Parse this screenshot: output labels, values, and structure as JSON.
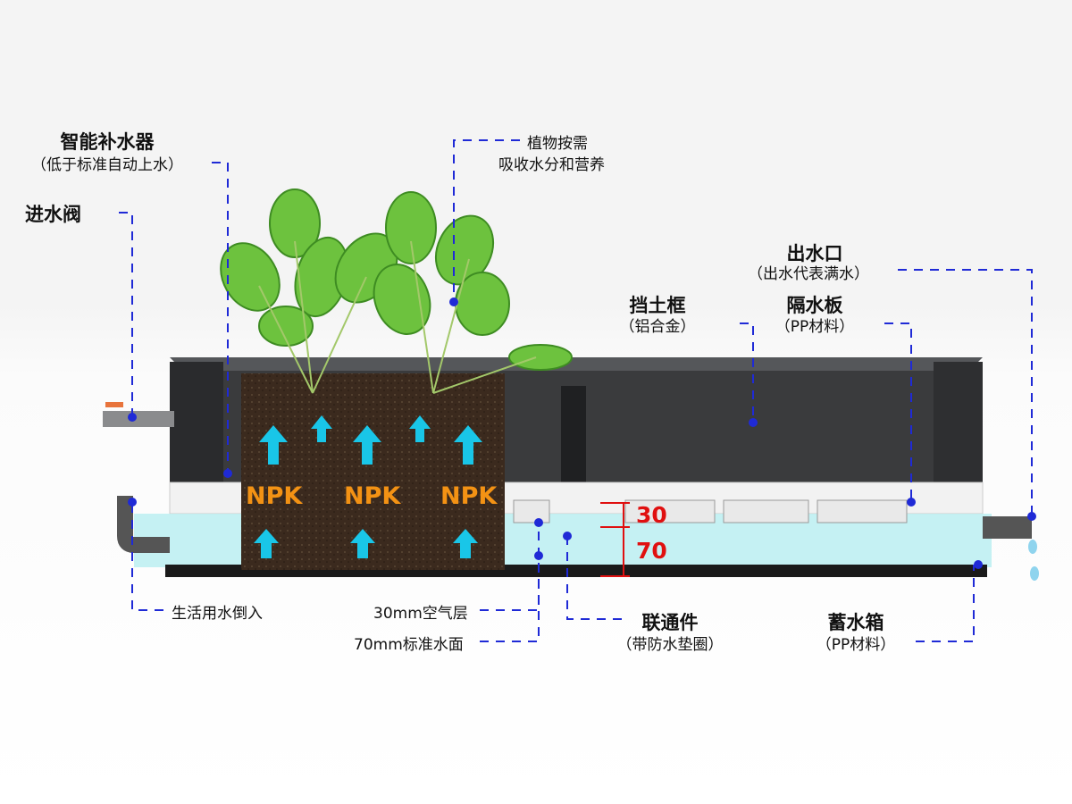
{
  "labels": {
    "refill_title": "智能补水器",
    "refill_sub": "（低于标准自动上水）",
    "inlet_valve": "进水阀",
    "plant_line1": "植物按需",
    "plant_line2": "吸收水分和营养",
    "outlet_title": "出水口",
    "outlet_sub": "（出水代表满水）",
    "frame_title": "挡土框",
    "frame_sub": "（铝合金）",
    "divider_title": "隔水板",
    "divider_sub": "（PP材料）",
    "household_water": "生活用水倒入",
    "air_layer": "30mm空气层",
    "water_level": "70mm标准水面",
    "connector_title": "联通件",
    "connector_sub": "（带防水垫圈）",
    "tank_title": "蓄水箱",
    "tank_sub": "（PP材料）"
  },
  "nutrient": [
    "NPK",
    "NPK",
    "NPK"
  ],
  "dimensions": {
    "air": "30",
    "water": "70"
  },
  "colors": {
    "leader": "#1f2ad6",
    "npk": "#f39214",
    "dimension": "#e01010",
    "arrow": "#19c6e8",
    "water": "#bfeff2"
  }
}
